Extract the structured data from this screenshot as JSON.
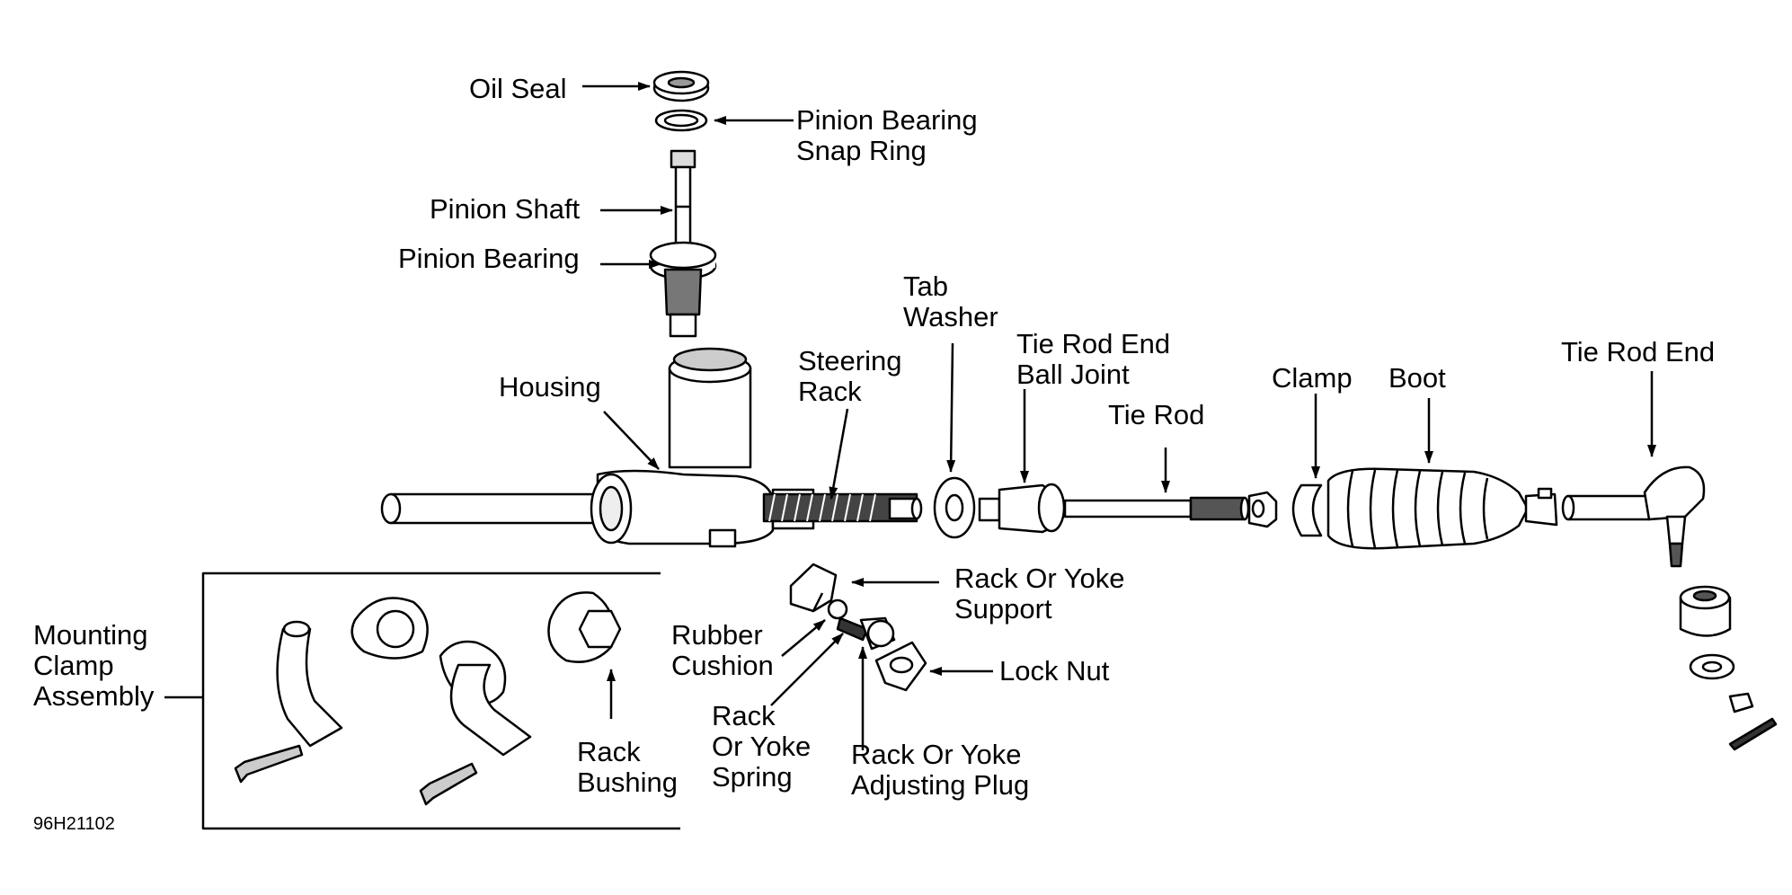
{
  "labels": {
    "oil_seal": "Oil Seal",
    "pinion_bearing_snap_ring_1": "Pinion Bearing",
    "pinion_bearing_snap_ring_2": "Snap Ring",
    "pinion_shaft": "Pinion Shaft",
    "pinion_bearing": "Pinion Bearing",
    "housing": "Housing",
    "steering_rack_1": "Steering",
    "steering_rack_2": "Rack",
    "tab_washer_1": "Tab",
    "tab_washer_2": "Washer",
    "tie_rod_end_ball_joint_1": "Tie Rod End",
    "tie_rod_end_ball_joint_2": "Ball Joint",
    "tie_rod": "Tie Rod",
    "clamp": "Clamp",
    "boot": "Boot",
    "tie_rod_end": "Tie Rod End",
    "rack_yoke_support_1": "Rack Or Yoke",
    "rack_yoke_support_2": "Support",
    "rubber_cushion_1": "Rubber",
    "rubber_cushion_2": "Cushion",
    "lock_nut": "Lock Nut",
    "rack_yoke_spring_1": "Rack",
    "rack_yoke_spring_2": "Or Yoke",
    "rack_yoke_spring_3": "Spring",
    "adjusting_plug_1": "Rack Or Yoke",
    "adjusting_plug_2": "Adjusting Plug",
    "mounting_clamp_1": "Mounting",
    "mounting_clamp_2": "Clamp",
    "mounting_clamp_3": "Assembly",
    "rack_bushing_1": "Rack",
    "rack_bushing_2": "Bushing"
  },
  "figure_code": "96H21102"
}
